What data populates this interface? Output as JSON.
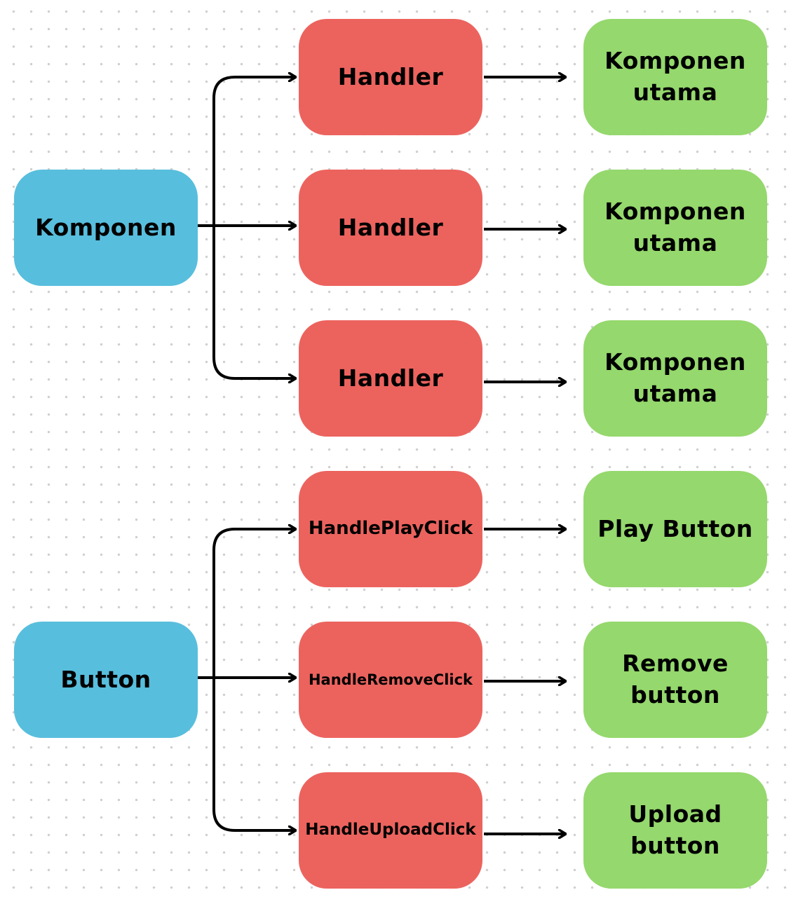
{
  "groups": [
    {
      "source": {
        "label": "Komponen",
        "color": "#58bedd"
      },
      "rows": [
        {
          "handler": "Handler",
          "target": "Komponen utama"
        },
        {
          "handler": "Handler",
          "target": "Komponen utama"
        },
        {
          "handler": "Handler",
          "target": "Komponen utama"
        }
      ]
    },
    {
      "source": {
        "label": "Button",
        "color": "#58bedd"
      },
      "rows": [
        {
          "handler": "HandlePlayClick",
          "target": "Play Button"
        },
        {
          "handler": "HandleRemoveClick",
          "target": "Remove button"
        },
        {
          "handler": "HandleUploadClick",
          "target": "Upload button"
        }
      ]
    }
  ],
  "colors": {
    "source": "#58bedd",
    "handler": "#ec635e",
    "target": "#95d86d",
    "connector": "#000000"
  }
}
